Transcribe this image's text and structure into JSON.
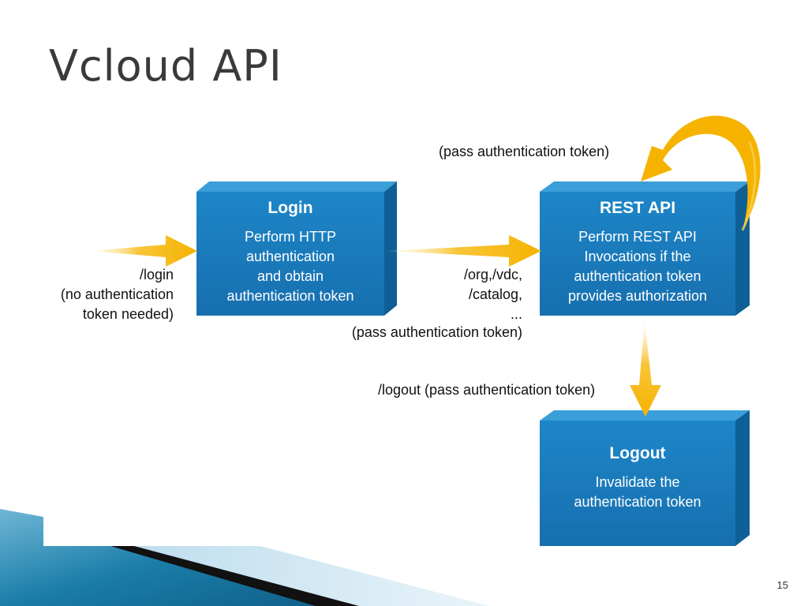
{
  "slide": {
    "title": "Vcloud API",
    "page_number": "15"
  },
  "colors": {
    "box_front": "#1a7fc1",
    "box_side": "#0f5f97",
    "box_top": "#2a96d6",
    "arrow": "#f5b300",
    "title_text": "#3a3a3a",
    "decor_teal": "#1b7da8"
  },
  "boxes": {
    "login": {
      "title": "Login",
      "lines": [
        "Perform HTTP",
        "authentication",
        "and obtain",
        "authentication token"
      ]
    },
    "rest_api": {
      "title": "REST API",
      "lines": [
        "Perform REST API",
        "Invocations if the",
        "authentication token",
        "provides authorization"
      ]
    },
    "logout": {
      "title": "Logout",
      "lines": [
        "Invalidate the",
        "authentication token"
      ]
    }
  },
  "labels": {
    "login_in": [
      "/login",
      "(no authentication",
      "token needed)"
    ],
    "rest_in": [
      "/org,/vdc,",
      "/catalog,",
      "..."
    ],
    "rest_in_token": "(pass authentication token)",
    "loop": "(pass authentication token)",
    "logout": "/logout (pass authentication token)"
  },
  "icons": [
    "arrow-right-icon",
    "arrow-down-icon",
    "curved-loop-arrow-icon"
  ]
}
